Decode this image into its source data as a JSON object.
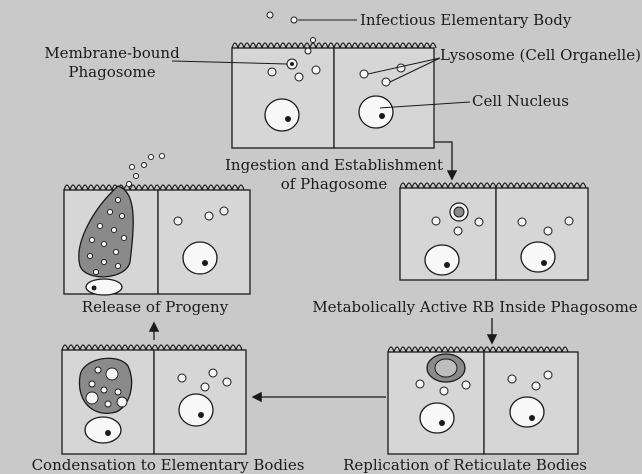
{
  "labels": {
    "infectious_eb": "Infectious Elementary Body",
    "membrane_phagosome_1": "Membrane-bound",
    "membrane_phagosome_2": "Phagosome",
    "lysosome": "Lysosome (Cell Organelle)",
    "nucleus": "Cell Nucleus",
    "ingestion_1": "Ingestion and Establishment",
    "ingestion_2": "of Phagosome",
    "release": "Release of Progeny",
    "metabolic": "Metabolically Active RB Inside Phagosome",
    "condensation": "Condensation to Elementary Bodies",
    "replication": "Replication of Reticulate Bodies"
  },
  "colors": {
    "background": "#c9c9c9",
    "cell": "#d6d6d6",
    "inclusion": "#8a8a8a",
    "ink": "#1a1a1a"
  }
}
